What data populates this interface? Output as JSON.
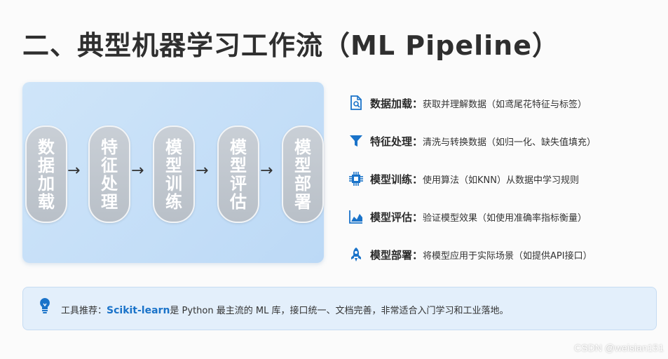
{
  "title": "二、典型机器学习工作流（ML Pipeline）",
  "pipeline": {
    "stages": [
      {
        "label": "数据加载"
      },
      {
        "label": "特征处理"
      },
      {
        "label": "模型训练"
      },
      {
        "label": "模型评估"
      },
      {
        "label": "模型部署"
      }
    ],
    "arrow": "→"
  },
  "steps": [
    {
      "icon": "document-search-icon",
      "name": "数据加载：",
      "desc": "获取并理解数据（如鸢尾花特征与标签）"
    },
    {
      "icon": "filter-icon",
      "name": "特征处理：",
      "desc": "清洗与转换数据（如归一化、缺失值填充）"
    },
    {
      "icon": "chip-icon",
      "name": "模型训练：",
      "desc": "使用算法（如KNN）从数据中学习规则"
    },
    {
      "icon": "area-chart-icon",
      "name": "模型评估：",
      "desc": "验证模型效果（如使用准确率指标衡量）"
    },
    {
      "icon": "rocket-icon",
      "name": "模型部署：",
      "desc": "将模型应用于实际场景（如提供API接口）"
    }
  ],
  "tip": {
    "icon": "lightbulb-icon",
    "prefix": "工具推荐：",
    "highlight": "Scikit-learn",
    "rest": "是 Python 最主流的 ML 库，接口统一、文档完善，非常适合入门学习和工业落地。"
  },
  "watermark": "CSDN @weisian151",
  "colors": {
    "accent": "#1a73c9",
    "panel": "#c4ddf7",
    "stage": "#c2c8cf"
  }
}
